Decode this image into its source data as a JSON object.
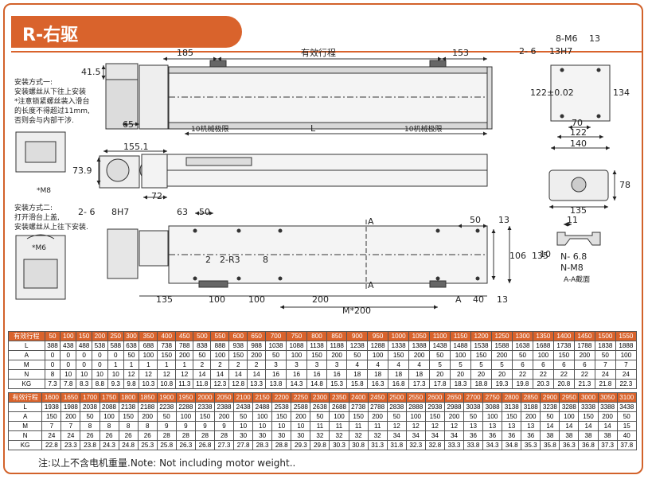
{
  "title": "R-右驱",
  "labels": {
    "stroke": "有效行程",
    "mech_limit_left": "10机械极限",
    "mech_limit_right": "10机械极限",
    "L": "L",
    "section": "A-A截面",
    "M_plus_200": "M*200",
    "A": "A"
  },
  "mount1": {
    "title": "安装方式一:",
    "lines": [
      "安装螺丝从下往上安装",
      "*注意锁紧螺丝装入滑台",
      "的长度不得超过11mm,",
      "否则会与内部干涉."
    ],
    "screw": "*M8"
  },
  "mount2": {
    "title": "安装方式二:",
    "lines": [
      "打开滑台上盖,",
      "安装螺丝从上往下安装."
    ],
    "screw": "*M6"
  },
  "dims": {
    "d41_5": "41.5",
    "d185": "185",
    "d153": "153",
    "d65": "65",
    "d155_1": "155.1",
    "d73_9": "73.9",
    "d72": "72",
    "d8M6": "8-M6",
    "d8M6_depth": "13",
    "d6_13H7": "2-  6",
    "d6_13H7_b": "13H7",
    "d122_002": "122±0.02",
    "d134": "134",
    "d70": "70",
    "d122": "122",
    "d140": "140",
    "d78": "78",
    "d135r": "135",
    "d2_6_8H7": "2-  6",
    "d2_6_8H7_b": "8H7",
    "d63": "63",
    "d50": "50",
    "d2": "2",
    "d2R3_8": "2-R3",
    "d2R3_8_b": "8",
    "d50r": "50",
    "d13r": "13",
    "d106": "106",
    "d135": "135",
    "d135b": "135",
    "d100a": "100",
    "d100b": "100",
    "d200": "200",
    "dA": "A",
    "d40": "40",
    "d13b": "13",
    "d11": "11",
    "d10": "10",
    "dN6_8": "N-  6.8",
    "dN_M8": "N-M8"
  },
  "table1": {
    "rows": [
      [
        "有效行程",
        "50",
        "100",
        "150",
        "200",
        "250",
        "300",
        "350",
        "400",
        "450",
        "500",
        "550",
        "600",
        "650",
        "700",
        "750",
        "800",
        "850",
        "900",
        "950",
        "1000",
        "1050",
        "1100",
        "1150",
        "1200",
        "1250",
        "1300",
        "1350",
        "1400",
        "1450",
        "1500",
        "1550"
      ],
      [
        "L",
        "388",
        "438",
        "488",
        "538",
        "588",
        "638",
        "688",
        "738",
        "788",
        "838",
        "888",
        "938",
        "988",
        "1038",
        "1088",
        "1138",
        "1188",
        "1238",
        "1288",
        "1338",
        "1388",
        "1438",
        "1488",
        "1538",
        "1588",
        "1638",
        "1688",
        "1738",
        "1788",
        "1838",
        "1888"
      ],
      [
        "A",
        "0",
        "0",
        "0",
        "0",
        "0",
        "50",
        "100",
        "150",
        "200",
        "50",
        "100",
        "150",
        "200",
        "50",
        "100",
        "150",
        "200",
        "50",
        "100",
        "150",
        "200",
        "50",
        "100",
        "150",
        "200",
        "50",
        "100",
        "150",
        "200",
        "50",
        "100"
      ],
      [
        "M",
        "0",
        "0",
        "0",
        "0",
        "1",
        "1",
        "1",
        "1",
        "1",
        "2",
        "2",
        "2",
        "2",
        "3",
        "3",
        "3",
        "3",
        "4",
        "4",
        "4",
        "4",
        "5",
        "5",
        "5",
        "5",
        "6",
        "6",
        "6",
        "6",
        "7",
        "7"
      ],
      [
        "N",
        "8",
        "10",
        "10",
        "10",
        "10",
        "12",
        "12",
        "12",
        "12",
        "14",
        "14",
        "14",
        "14",
        "16",
        "16",
        "16",
        "16",
        "18",
        "18",
        "18",
        "18",
        "20",
        "20",
        "20",
        "20",
        "22",
        "22",
        "22",
        "22",
        "24",
        "24"
      ],
      [
        "KG",
        "7.3",
        "7.8",
        "8.3",
        "8.8",
        "9.3",
        "9.8",
        "10.3",
        "10.8",
        "11.3",
        "11.8",
        "12.3",
        "12.8",
        "13.3",
        "13.8",
        "14.3",
        "14.8",
        "15.3",
        "15.8",
        "16.3",
        "16.8",
        "17.3",
        "17.8",
        "18.3",
        "18.8",
        "19.3",
        "19.8",
        "20.3",
        "20.8",
        "21.3",
        "21.8",
        "22.3"
      ]
    ]
  },
  "table2": {
    "rows": [
      [
        "有效行程",
        "1600",
        "1650",
        "1700",
        "1750",
        "1800",
        "1850",
        "1900",
        "1950",
        "2000",
        "2050",
        "2100",
        "2150",
        "2200",
        "2250",
        "2300",
        "2350",
        "2400",
        "2450",
        "2500",
        "2550",
        "2600",
        "2650",
        "2700",
        "2750",
        "2800",
        "2850",
        "2900",
        "2950",
        "3000",
        "3050",
        "3100"
      ],
      [
        "L",
        "1938",
        "1988",
        "2038",
        "2088",
        "2138",
        "2188",
        "2238",
        "2288",
        "2338",
        "2388",
        "2438",
        "2488",
        "2538",
        "2588",
        "2638",
        "2688",
        "2738",
        "2788",
        "2838",
        "2888",
        "2938",
        "2988",
        "3038",
        "3088",
        "3138",
        "3188",
        "3238",
        "3288",
        "3338",
        "3388",
        "3438"
      ],
      [
        "A",
        "150",
        "200",
        "50",
        "100",
        "150",
        "200",
        "50",
        "100",
        "150",
        "200",
        "50",
        "100",
        "150",
        "200",
        "50",
        "100",
        "150",
        "200",
        "50",
        "100",
        "150",
        "200",
        "50",
        "100",
        "150",
        "200",
        "50",
        "100",
        "150",
        "200",
        "50"
      ],
      [
        "M",
        "7",
        "7",
        "8",
        "8",
        "8",
        "8",
        "9",
        "9",
        "9",
        "9",
        "10",
        "10",
        "10",
        "10",
        "11",
        "11",
        "11",
        "11",
        "12",
        "12",
        "12",
        "12",
        "13",
        "13",
        "13",
        "13",
        "14",
        "14",
        "14",
        "14",
        "15"
      ],
      [
        "N",
        "24",
        "24",
        "26",
        "26",
        "26",
        "26",
        "28",
        "28",
        "28",
        "28",
        "30",
        "30",
        "30",
        "30",
        "32",
        "32",
        "32",
        "32",
        "34",
        "34",
        "34",
        "34",
        "36",
        "36",
        "36",
        "36",
        "38",
        "38",
        "38",
        "38",
        "40"
      ],
      [
        "KG",
        "22.8",
        "23.3",
        "23.8",
        "24.3",
        "24.8",
        "25.3",
        "25.8",
        "26.3",
        "26.8",
        "27.3",
        "27.8",
        "28.3",
        "28.8",
        "29.3",
        "29.8",
        "30.3",
        "30.8",
        "31.3",
        "31.8",
        "32.3",
        "32.8",
        "33.3",
        "33.8",
        "34.3",
        "34.8",
        "35.3",
        "35.8",
        "36.3",
        "36.8",
        "37.3",
        "37.8"
      ]
    ]
  },
  "note": "注:以上不含电机重量.Note: Not including motor weight.."
}
